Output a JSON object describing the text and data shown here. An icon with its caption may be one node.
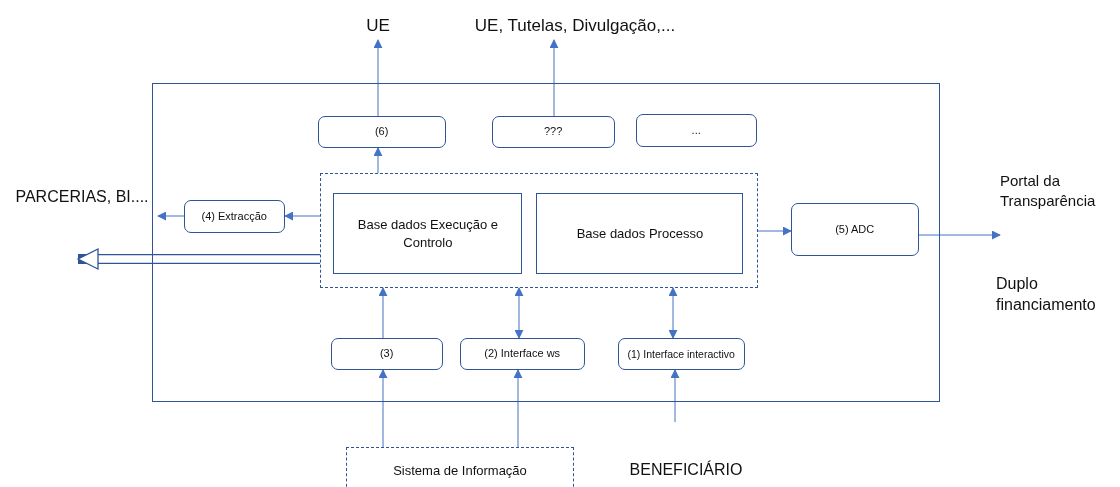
{
  "diagram": {
    "nodes": [
      {
        "text": [],
        "shape": "box"
      },
      {
        "text": [
          "(6)"
        ],
        "in": 0
      },
      {
        "text": [
          "???"
        ],
        "in": 0
      },
      {
        "text": [
          "..."
        ],
        "in": 0
      },
      {
        "text": [],
        "shape": "box",
        "in": 0
      },
      {
        "text": [
          "Base dados Execução e Controlo"
        ],
        "in": 4
      },
      {
        "text": [
          "Base dados Processo"
        ],
        "in": 4
      },
      {
        "text": [
          "(4) Extracção"
        ],
        "in": 0
      },
      {
        "text": [
          "(5) ADC"
        ],
        "in": 0
      },
      {
        "text": [
          "(3)"
        ],
        "in": 0
      },
      {
        "text": [
          "(2) Interface ws"
        ],
        "in": 0
      },
      {
        "text": [
          "(1) Interface interactivo"
        ],
        "in": 0
      },
      {
        "text": [
          "Sistema de Informação"
        ]
      },
      {
        "text": [
          "UE"
        ]
      },
      {
        "text": [
          "UE, Tutelas, Divulgação,..."
        ]
      },
      {
        "text": [
          "PARCERIAS, BI...."
        ]
      },
      {
        "text": [
          "Portal da Transparência"
        ]
      },
      {
        "text": [
          "BENEFICIÁRIO"
        ]
      }
    ],
    "edges": [
      {
        "from": 1,
        "to": 13,
        "arrow": "to"
      },
      {
        "from": 2,
        "to": 14,
        "arrow": "to"
      },
      {
        "from": 4,
        "to": 1,
        "arrow": "to"
      },
      {
        "from": 4,
        "to": 7,
        "arrow": "to"
      },
      {
        "from": 7,
        "to": 15,
        "arrow": "to"
      },
      {
        "from": 4,
        "to": null,
        "arrow": "to",
        "style": "thick",
        "color": "#2f5597"
      },
      {
        "from": 4,
        "to": 8,
        "arrow": "to"
      },
      {
        "from": 8,
        "to": 16,
        "arrow": "to"
      },
      {
        "from": 9,
        "to": 4,
        "arrow": "to"
      },
      {
        "from": 10,
        "to": 4,
        "arrow": "both"
      },
      {
        "from": 11,
        "to": 4,
        "arrow": "both"
      },
      {
        "from": 12,
        "to": 9,
        "arrow": "to"
      },
      {
        "from": 12,
        "to": 10,
        "arrow": "to"
      },
      {
        "from": null,
        "to": 11,
        "arrow": "to"
      }
    ],
    "labels": [
      "Duplo financiamento"
    ]
  }
}
